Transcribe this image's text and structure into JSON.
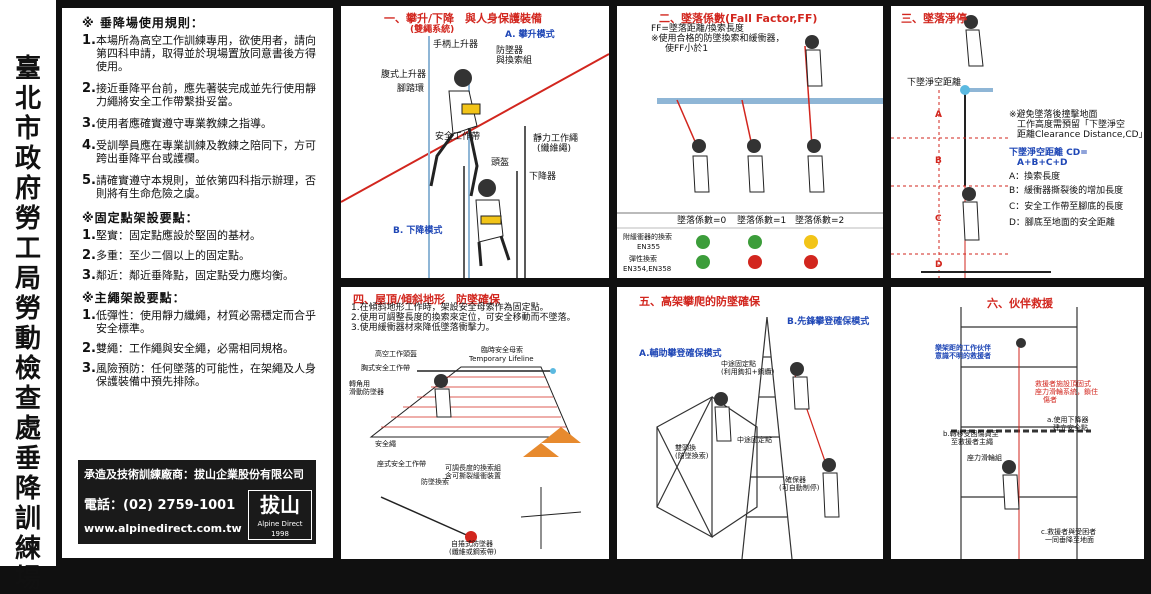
{
  "title_vertical": "臺北市政府勞工局勞動檢查處 垂降訓練場",
  "rules": {
    "heading1": "※ 垂降場使用規則：",
    "items1": [
      {
        "n": "1.",
        "t": "本場所為高空工作訓練專用，欲使用者，請向第四科申請，取得並於現場置放同意書後方得使用。"
      },
      {
        "n": "2.",
        "t": "接近垂降平台前，應先著裝完成並先行使用靜力繩將安全工作帶繫掛妥當。"
      },
      {
        "n": "3.",
        "t": "使用者應確實遵守專業教練之指導。"
      },
      {
        "n": "4.",
        "t": "受訓學員應在專業訓練及教練之陪同下，方可跨出垂降平台或護欄。"
      },
      {
        "n": "5.",
        "t": "請確實遵守本規則，並依第四科指示辦理，否則將有生命危險之虞。"
      }
    ],
    "heading2": "※固定點架設要點：",
    "items2": [
      {
        "n": "1.",
        "t": "堅實：固定點應設於堅固的基材。"
      },
      {
        "n": "2.",
        "t": "多重：至少二個以上的固定點。"
      },
      {
        "n": "3.",
        "t": "鄰近：鄰近垂降點，固定點受力應均衡。"
      }
    ],
    "heading3": "※主繩架設要點：",
    "items3": [
      {
        "n": "1.",
        "t": "低彈性：使用靜力纖繩，材質必需穩定而合乎安全標準。"
      },
      {
        "n": "2.",
        "t": "雙繩：工作繩與安全繩，必需相同規格。"
      },
      {
        "n": "3.",
        "t": "風險預防：任何墜落的可能性，在架繩及人身保護裝備中預先排除。"
      }
    ]
  },
  "manufacturer": {
    "line1": "承造及技術訓練廠商：拔山企業股份有限公司",
    "phone": "電話：(02) 2759-1001",
    "url": "www.alpinedirect.com.tw",
    "logo_text": "拔山",
    "logo_sub": "Alpine Direct 1998"
  },
  "panel1": {
    "title": "一、攀升/下降　與人身保護裝備",
    "subtitle": "(雙繩系統)",
    "labels": {
      "a": "A. 攀升模式",
      "b": "B. 下降模式",
      "l1": "手柄上升器",
      "l2": "防墜器",
      "l3": "與換索組",
      "l4": "腹式上升器",
      "l5": "腳踏環",
      "l6": "安全工作帶",
      "l7": "靜力工作繩",
      "l8": "(纖維繩)",
      "l9": "頭盔",
      "l10": "下降器"
    }
  },
  "panel2": {
    "title": "二、墜落係數(Fall Factor,FF)",
    "notes": [
      "FF=墜落距離/換索長度",
      "※使用合格的防墜換索和緩衝器，",
      "使FF小於1"
    ],
    "labels": {
      "f0": "墜落係數=0",
      "f1": "墜落係數=1",
      "f2": "墜落係數=2",
      "r1": "附緩衝器的換索",
      "r2": "EN355",
      "r3": "彈性換索",
      "r4": "EN354,EN358"
    }
  },
  "panel3": {
    "title": "三、墜落淨停",
    "labels": {
      "top": "下墜淨空距離",
      "note1": "※避免墜落後撞擊地面",
      "note2": "工作高度需預留「下墜淨空",
      "note3": "距離Clearance Distance,CD」",
      "f1": "下墜淨空距離 CD=",
      "f2": "A+B+C+D",
      "a": "A：換索長度",
      "b": "B：緩衝器撕裂後的增加長度",
      "c": "C：安全工作帶至腳底的長度",
      "d": "D：腳底至地面的安全距離",
      "A": "A",
      "B": "B",
      "C": "C",
      "D": "D"
    }
  },
  "panel4": {
    "title": "四、屋頂/傾斜地形　防墜確保",
    "notes": [
      "1.在傾斜地形工作時，架設安全母索作為固定點。",
      "2.使用可調整長度的換索來定位，可安全移動而不墜落。",
      "3.使用緩衝器材來降低墜落衝擊力。"
    ],
    "labels": {
      "l1": "高空工作頭盔",
      "l2": "臨時安全母索",
      "l3": "Temporary Lifeline",
      "l4": "胸式安全工作帶",
      "l5": "轉角用",
      "l6": "滑動防墜器",
      "l7": "安全繩",
      "l8": "座式安全工作帶",
      "l9": "可調長度的換索組",
      "l10": "含可撕裂緩衝裝置",
      "l11": "防墜換索",
      "l12": "自捲式防墜器",
      "l13": "(纖維或鋼索帶)"
    }
  },
  "panel5": {
    "title": "五、高架攀爬的防墜確保",
    "labels": {
      "a": "A.輔助攀登確保模式",
      "b": "B.先鋒攀登確保模式",
      "l1": "中途固定點",
      "l2": "(利用鉤扣+鋼纜)",
      "l3": "中途固定點",
      "l4": "雙頭換",
      "l5": "(防墜換索)",
      "l6": "確保器",
      "l7": "(可自動制停)"
    }
  },
  "panel6": {
    "title": "六、伙伴救援",
    "labels": {
      "l1": "樂架距的工作伙伴",
      "l2": "意識不明的救援者",
      "l3": "救援者施設頂固式",
      "l4": "座力滑輪系統，鎖住",
      "l5": "傷者",
      "l6": "a.使用下降器",
      "l7": "建立安全點",
      "l8": "b.轉移受困傷員至",
      "l9": "至救援者主繩",
      "l10": "座力滑輪組",
      "l11": "c.救援者與受困者",
      "l12": "一同垂降至地面"
    }
  },
  "colors": {
    "accent_red": "#d2261e",
    "accent_blue": "#1f47b6",
    "background": "#101010"
  }
}
